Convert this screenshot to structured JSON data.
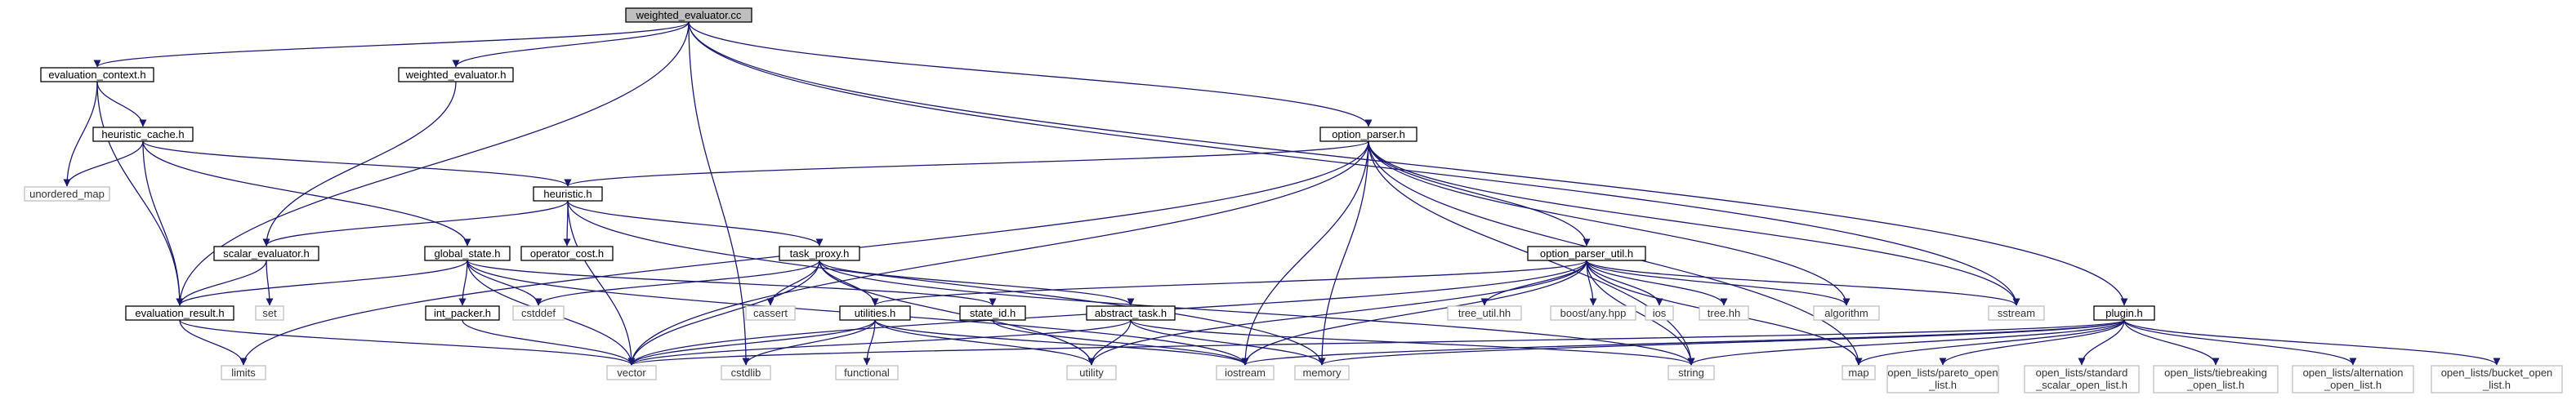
{
  "colors": {
    "edge": "#191970",
    "focus_fill": "#bfbfbf",
    "node_stroke": "#000000",
    "external_stroke": "#bfbfbf",
    "text": "#000000",
    "external_text": "#333333"
  },
  "nodes": [
    {
      "id": "weighted_evaluator_cc",
      "label": "weighted_evaluator.cc",
      "kind": "focus"
    },
    {
      "id": "evaluation_context_h",
      "label": "evaluation_context.h",
      "kind": "header"
    },
    {
      "id": "weighted_evaluator_h",
      "label": "weighted_evaluator.h",
      "kind": "header"
    },
    {
      "id": "heuristic_cache_h",
      "label": "heuristic_cache.h",
      "kind": "header"
    },
    {
      "id": "unordered_map",
      "label": "unordered_map",
      "kind": "external"
    },
    {
      "id": "option_parser_h",
      "label": "option_parser.h",
      "kind": "header"
    },
    {
      "id": "heuristic_h",
      "label": "heuristic.h",
      "kind": "header"
    },
    {
      "id": "scalar_evaluator_h",
      "label": "scalar_evaluator.h",
      "kind": "header"
    },
    {
      "id": "global_state_h",
      "label": "global_state.h",
      "kind": "header"
    },
    {
      "id": "operator_cost_h",
      "label": "operator_cost.h",
      "kind": "header"
    },
    {
      "id": "task_proxy_h",
      "label": "task_proxy.h",
      "kind": "header"
    },
    {
      "id": "option_parser_util_h",
      "label": "option_parser_util.h",
      "kind": "header"
    },
    {
      "id": "set",
      "label": "set",
      "kind": "external"
    },
    {
      "id": "evaluation_result_h",
      "label": "evaluation_result.h",
      "kind": "header"
    },
    {
      "id": "int_packer_h",
      "label": "int_packer.h",
      "kind": "header"
    },
    {
      "id": "cstddef",
      "label": "cstddef",
      "kind": "external"
    },
    {
      "id": "cassert",
      "label": "cassert",
      "kind": "external"
    },
    {
      "id": "utilities_h",
      "label": "utilities.h",
      "kind": "header"
    },
    {
      "id": "state_id_h",
      "label": "state_id.h",
      "kind": "header"
    },
    {
      "id": "abstract_task_h",
      "label": "abstract_task.h",
      "kind": "header"
    },
    {
      "id": "tree_util_hh",
      "label": "tree_util.hh",
      "kind": "external"
    },
    {
      "id": "boost_any_hpp",
      "label": "boost/any.hpp",
      "kind": "external"
    },
    {
      "id": "ios",
      "label": "ios",
      "kind": "external"
    },
    {
      "id": "tree_hh",
      "label": "tree.hh",
      "kind": "external"
    },
    {
      "id": "algorithm",
      "label": "algorithm",
      "kind": "external"
    },
    {
      "id": "sstream",
      "label": "sstream",
      "kind": "external"
    },
    {
      "id": "plugin_h",
      "label": "plugin.h",
      "kind": "header"
    },
    {
      "id": "limits",
      "label": "limits",
      "kind": "external"
    },
    {
      "id": "vector",
      "label": "vector",
      "kind": "external"
    },
    {
      "id": "cstdlib",
      "label": "cstdlib",
      "kind": "external"
    },
    {
      "id": "functional",
      "label": "functional",
      "kind": "external"
    },
    {
      "id": "utility",
      "label": "utility",
      "kind": "external"
    },
    {
      "id": "iostream",
      "label": "iostream",
      "kind": "external"
    },
    {
      "id": "memory",
      "label": "memory",
      "kind": "external"
    },
    {
      "id": "string",
      "label": "string",
      "kind": "external"
    },
    {
      "id": "map",
      "label": "map",
      "kind": "external"
    },
    {
      "id": "pareto_open_list",
      "label": "open_lists/pareto_open\n_list.h",
      "kind": "external"
    },
    {
      "id": "standard_scalar_open_list",
      "label": "open_lists/standard\n_scalar_open_list.h",
      "kind": "external"
    },
    {
      "id": "tiebreaking_open_list",
      "label": "open_lists/tiebreaking\n_open_list.h",
      "kind": "external"
    },
    {
      "id": "alternation_open_list",
      "label": "open_lists/alternation\n_open_list.h",
      "kind": "external"
    },
    {
      "id": "bucket_open_list",
      "label": "open_lists/bucket_open\n_list.h",
      "kind": "external"
    }
  ],
  "edges": [
    [
      "weighted_evaluator_cc",
      "evaluation_context_h"
    ],
    [
      "weighted_evaluator_cc",
      "weighted_evaluator_h"
    ],
    [
      "weighted_evaluator_cc",
      "evaluation_result_h"
    ],
    [
      "weighted_evaluator_cc",
      "option_parser_h"
    ],
    [
      "weighted_evaluator_cc",
      "cstdlib"
    ],
    [
      "weighted_evaluator_cc",
      "sstream"
    ],
    [
      "weighted_evaluator_cc",
      "plugin_h"
    ],
    [
      "evaluation_context_h",
      "heuristic_cache_h"
    ],
    [
      "evaluation_context_h",
      "unordered_map"
    ],
    [
      "evaluation_context_h",
      "evaluation_result_h"
    ],
    [
      "weighted_evaluator_h",
      "scalar_evaluator_h"
    ],
    [
      "heuristic_cache_h",
      "unordered_map"
    ],
    [
      "heuristic_cache_h",
      "heuristic_h"
    ],
    [
      "heuristic_cache_h",
      "global_state_h"
    ],
    [
      "heuristic_cache_h",
      "evaluation_result_h"
    ],
    [
      "option_parser_h",
      "heuristic_h"
    ],
    [
      "option_parser_h",
      "option_parser_util_h"
    ],
    [
      "option_parser_h",
      "limits"
    ],
    [
      "option_parser_h",
      "vector"
    ],
    [
      "option_parser_h",
      "iostream"
    ],
    [
      "option_parser_h",
      "memory"
    ],
    [
      "option_parser_h",
      "algorithm"
    ],
    [
      "option_parser_h",
      "sstream"
    ],
    [
      "option_parser_h",
      "string"
    ],
    [
      "option_parser_h",
      "map"
    ],
    [
      "heuristic_h",
      "scalar_evaluator_h"
    ],
    [
      "heuristic_h",
      "operator_cost_h"
    ],
    [
      "heuristic_h",
      "task_proxy_h"
    ],
    [
      "heuristic_h",
      "vector"
    ],
    [
      "heuristic_h",
      "memory"
    ],
    [
      "scalar_evaluator_h",
      "evaluation_result_h"
    ],
    [
      "scalar_evaluator_h",
      "set"
    ],
    [
      "global_state_h",
      "evaluation_result_h"
    ],
    [
      "global_state_h",
      "int_packer_h"
    ],
    [
      "global_state_h",
      "cstddef"
    ],
    [
      "global_state_h",
      "state_id_h"
    ],
    [
      "global_state_h",
      "vector"
    ],
    [
      "global_state_h",
      "iostream"
    ],
    [
      "task_proxy_h",
      "cstddef"
    ],
    [
      "task_proxy_h",
      "cassert"
    ],
    [
      "task_proxy_h",
      "utilities_h"
    ],
    [
      "task_proxy_h",
      "abstract_task_h"
    ],
    [
      "task_proxy_h",
      "vector"
    ],
    [
      "task_proxy_h",
      "utility"
    ],
    [
      "task_proxy_h",
      "string"
    ],
    [
      "option_parser_util_h",
      "utilities_h"
    ],
    [
      "option_parser_util_h",
      "vector"
    ],
    [
      "option_parser_util_h",
      "tree_util_hh"
    ],
    [
      "option_parser_util_h",
      "boost_any_hpp"
    ],
    [
      "option_parser_util_h",
      "ios"
    ],
    [
      "option_parser_util_h",
      "tree_hh"
    ],
    [
      "option_parser_util_h",
      "algorithm"
    ],
    [
      "option_parser_util_h",
      "sstream"
    ],
    [
      "option_parser_util_h",
      "string"
    ],
    [
      "option_parser_util_h",
      "map"
    ],
    [
      "option_parser_util_h",
      "iostream"
    ],
    [
      "option_parser_util_h",
      "utility"
    ],
    [
      "evaluation_result_h",
      "limits"
    ],
    [
      "evaluation_result_h",
      "vector"
    ],
    [
      "int_packer_h",
      "vector"
    ],
    [
      "utilities_h",
      "vector"
    ],
    [
      "utilities_h",
      "cstdlib"
    ],
    [
      "utilities_h",
      "functional"
    ],
    [
      "utilities_h",
      "utility"
    ],
    [
      "utilities_h",
      "iostream"
    ],
    [
      "state_id_h",
      "iostream"
    ],
    [
      "abstract_task_h",
      "vector"
    ],
    [
      "abstract_task_h",
      "utility"
    ],
    [
      "abstract_task_h",
      "memory"
    ],
    [
      "abstract_task_h",
      "string"
    ],
    [
      "plugin_h",
      "vector"
    ],
    [
      "plugin_h",
      "iostream"
    ],
    [
      "plugin_h",
      "memory"
    ],
    [
      "plugin_h",
      "string"
    ],
    [
      "plugin_h",
      "map"
    ],
    [
      "plugin_h",
      "pareto_open_list"
    ],
    [
      "plugin_h",
      "standard_scalar_open_list"
    ],
    [
      "plugin_h",
      "tiebreaking_open_list"
    ],
    [
      "plugin_h",
      "alternation_open_list"
    ],
    [
      "plugin_h",
      "bucket_open_list"
    ]
  ]
}
